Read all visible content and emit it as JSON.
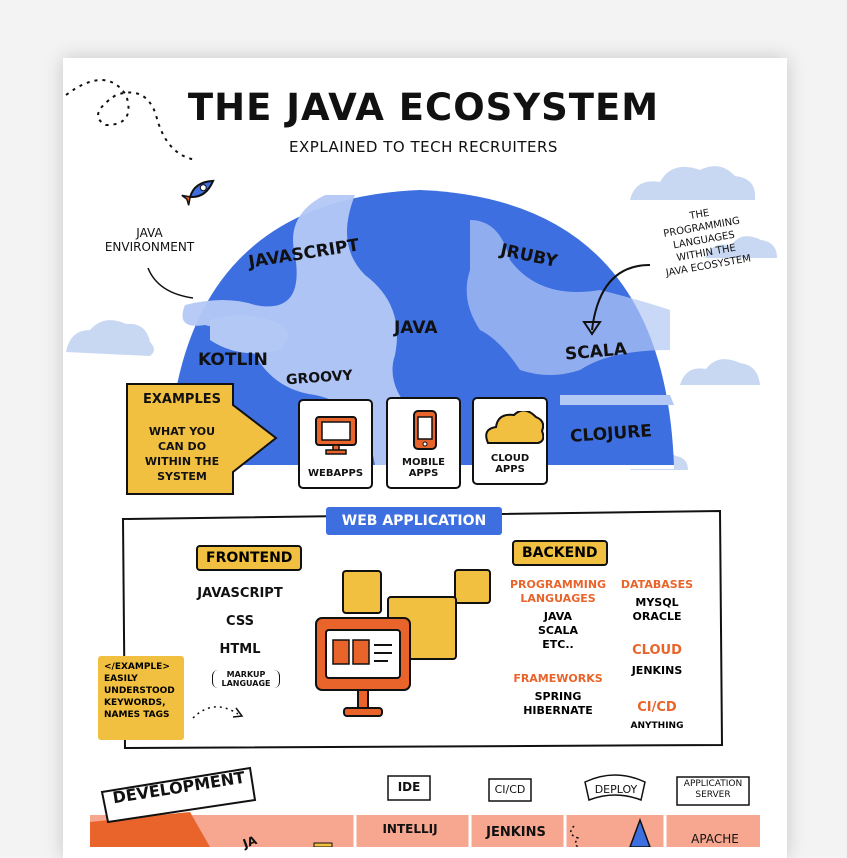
{
  "title": "THE JAVA ECOSYSTEM",
  "subtitle": "EXPLAINED TO TECH RECRUITERS",
  "notes": {
    "java_environment": [
      "JAVA",
      "ENVIRONMENT"
    ],
    "programming_languages": [
      "THE",
      "PROGRAMMING",
      "LANGUAGES",
      "WITHIN THE",
      "JAVA ECOSYSTEM"
    ]
  },
  "globe": {
    "javascript": "JAVASCRIPT",
    "jruby": "JRUBY",
    "java": "JAVA",
    "kotlin": "KOTLIN",
    "groovy": "GROOVY",
    "scala": "SCALA",
    "clojure": "CLOJURE"
  },
  "examples": {
    "heading": "EXAMPLES",
    "body": [
      "WHAT YOU",
      "CAN DO",
      "WITHIN THE",
      "SYSTEM"
    ]
  },
  "apps": {
    "webapps": "WEBAPPS",
    "mobile": [
      "MOBILE",
      "APPS"
    ],
    "cloud": [
      "CLOUD",
      "APPS"
    ]
  },
  "web_application": {
    "heading": "WEB APPLICATION",
    "frontend": {
      "label": "FRONTEND",
      "items": [
        "JAVASCRIPT",
        "CSS",
        "HTML"
      ],
      "html_note": [
        "MARKUP",
        "LANGUAGE"
      ]
    },
    "example_note": [
      "</EXAMPLE>",
      "EASILY",
      "UNDERSTOOD",
      "KEYWORDS,",
      "NAMES TAGS"
    ],
    "backend": {
      "label": "BACKEND",
      "programming_languages": {
        "heading": [
          "PROGRAMMING",
          "LANGUAGES"
        ],
        "items": [
          "JAVA",
          "SCALA",
          "ETC.."
        ]
      },
      "frameworks": {
        "heading": "FRAMEWORKS",
        "items": [
          "SPRING",
          "HIBERNATE"
        ]
      },
      "databases": {
        "heading": "DATABASES",
        "items": [
          "MYSQL",
          "ORACLE"
        ]
      },
      "cloud": {
        "heading": "CLOUD",
        "items": [
          "JENKINS"
        ]
      },
      "cicd": {
        "heading": "CI/CD",
        "items": [
          "ANYTHING"
        ]
      }
    }
  },
  "bottom": {
    "development": "DEVELOPMENT",
    "ide": {
      "label": "IDE",
      "value": "INTELLIJ"
    },
    "cicd": {
      "label": "CI/CD",
      "value": "JENKINS"
    },
    "deploy": "DEPLOY",
    "app_server": {
      "label": [
        "APPLICATION",
        "SERVER"
      ],
      "value": "APACHE"
    },
    "partial": "JA"
  },
  "colors": {
    "globe_blue": "#3d6fe0",
    "globe_light": "#b3c8f5",
    "yellow": "#f1c040",
    "orange": "#e9642b",
    "salmon": "#f7a78f",
    "cloud": "#c9d8f2"
  }
}
